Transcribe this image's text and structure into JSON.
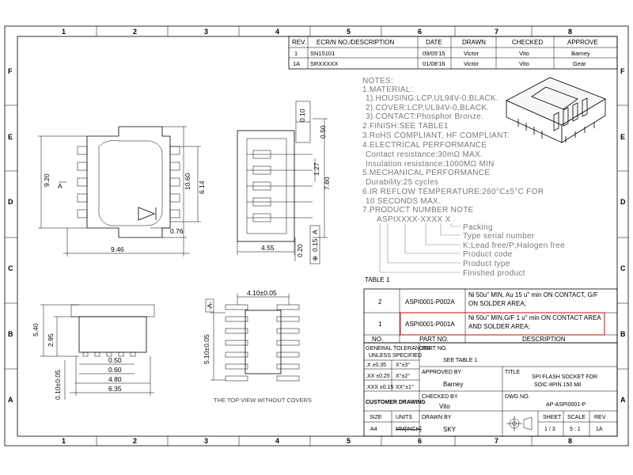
{
  "frame": {
    "col_labels": [
      "1",
      "2",
      "3",
      "4",
      "5",
      "6",
      "7",
      "8"
    ],
    "row_labels": [
      "F",
      "E",
      "D",
      "C",
      "B",
      "A"
    ]
  },
  "revision_table": {
    "headers": [
      "REV.",
      "ECR/N NO./DESCRIPTION",
      "DATE",
      "DRAWN",
      "CHECKED",
      "APPROVE"
    ],
    "rows": [
      [
        "1",
        "SN15101",
        "09/05'15",
        "Victor",
        "Vito",
        "Barney"
      ],
      [
        "1A",
        "SRXXXXX",
        "01/08'16",
        "Victor",
        "Vito",
        "Gear"
      ]
    ]
  },
  "notes": {
    "lines": [
      "NOTES:",
      "1.MATERIAL:",
      "  1).HOUSING:LCP,UL94V-0,BLACK.",
      "  2).COVER:LCP,UL94V-0,BLACK.",
      "  3).CONTACT:Phosphor Bronze.",
      "2.FINISH:SEE TABLE1",
      "3.RoHS COMPLIANT, HF COMPLIANT.",
      "4.ELECTRICAL PERFORMANCE",
      "  Contact resistance:30mΩ MAX.",
      "  Insulation resistance:1000MΩ MIN",
      "5.MECHANICAL PERFORMANCE",
      "  Durability:25 cycles",
      "6.IR REFLOW TEMPERATURE:260°C±5°C FOR",
      "  10 SECONDS MAX.",
      "7.PRODUCT NUMBER NOTE"
    ],
    "part_code": "ASPIXXXX-XXXX X",
    "legend": [
      "Packing",
      "Type serial number",
      "K;Lead free/P;Halogen free",
      "Product code",
      "Product type",
      "Finished product"
    ]
  },
  "table1": {
    "title": "TABLE 1",
    "headers": [
      "NO.",
      "PART NO.",
      "DESCRIPTION"
    ],
    "rows": [
      {
        "no": "2",
        "part": "ASPI0001-P002A",
        "desc1": "Ni 50u\" MIN, Au 15 u\" min ON CONTACT, G/F",
        "desc2": "ON SOLDER AREA;"
      },
      {
        "no": "1",
        "part": "ASPI0001-P001A",
        "desc1": "Ni 50u\" MIN,G/F 1 u\" min ON CONTACT AREA",
        "desc2": "AND SOLDER AREA;"
      }
    ],
    "highlight_color": "#d42020"
  },
  "title_block": {
    "gen_tol_1": "GENERAL TOLERANCES",
    "gen_tol_2": "UNLESS SPECIFIED",
    "tol": [
      [
        ".X ±0.35",
        "X°±3°"
      ],
      [
        ".XX ±0.25",
        "X°±2°"
      ],
      [
        ".XXX ±0.15",
        "XX°±1°"
      ]
    ],
    "part_no_label": "PART NO.",
    "part_no_value": "SEE TABLE 1",
    "approved_by_label": "APPROVED BY",
    "approved_by_value": "Barney",
    "title_label": "TITLE",
    "title_1": "SPI FLASH SOCKET FOR",
    "title_2": "SOIC 8PIN  150 Mil",
    "checked_by_label": "CHECKED BY",
    "checked_by_value": "Vito",
    "dwg_label": "DWG NO.",
    "dwg_value": "AP-ASPI0001-P",
    "customer_drawing": "CUSTOMER DRAWING",
    "size_label": "SIZE",
    "size_value": "A4",
    "units_label": "UNITS",
    "units_value": "MM[INCH]",
    "drawn_by_label": "DRAWN BY",
    "drawn_by_value": "SKY",
    "sheet_label": "SHEET",
    "sheet_value": "1 / 3",
    "scale_label": "SCALE",
    "scale_value": "5 : 1",
    "rev_label": "REV",
    "rev_value": "1A"
  },
  "dimensions": {
    "top_w": "9.46",
    "top_h1": "9.20",
    "top_h2": "6.14",
    "top_h3": "10.60",
    "top_side": "0.76",
    "datum_a": "A",
    "side_w": "4.55",
    "side_h": "7.60",
    "side_pitch": "1.27",
    "side_tol": "0.50",
    "side_small": "0.20",
    "flat": "0.10",
    "fcf_sym": "⊕",
    "fcf_val": "0.15",
    "fcf_datum": "A",
    "bot_h1": "5.40",
    "bot_h2": "2.95",
    "bot_w1": "0.50",
    "bot_w2": "0.60",
    "bot_w3": "4.80",
    "bot_w4": "6.35",
    "bot_flat": "0.10±0.05",
    "lp_w": "4.10±0.05",
    "lp_h": "5.10±0.05",
    "lp_datum": "-A-",
    "lp_caption": "THE TOP VIEW WITHOUT COVERS"
  }
}
